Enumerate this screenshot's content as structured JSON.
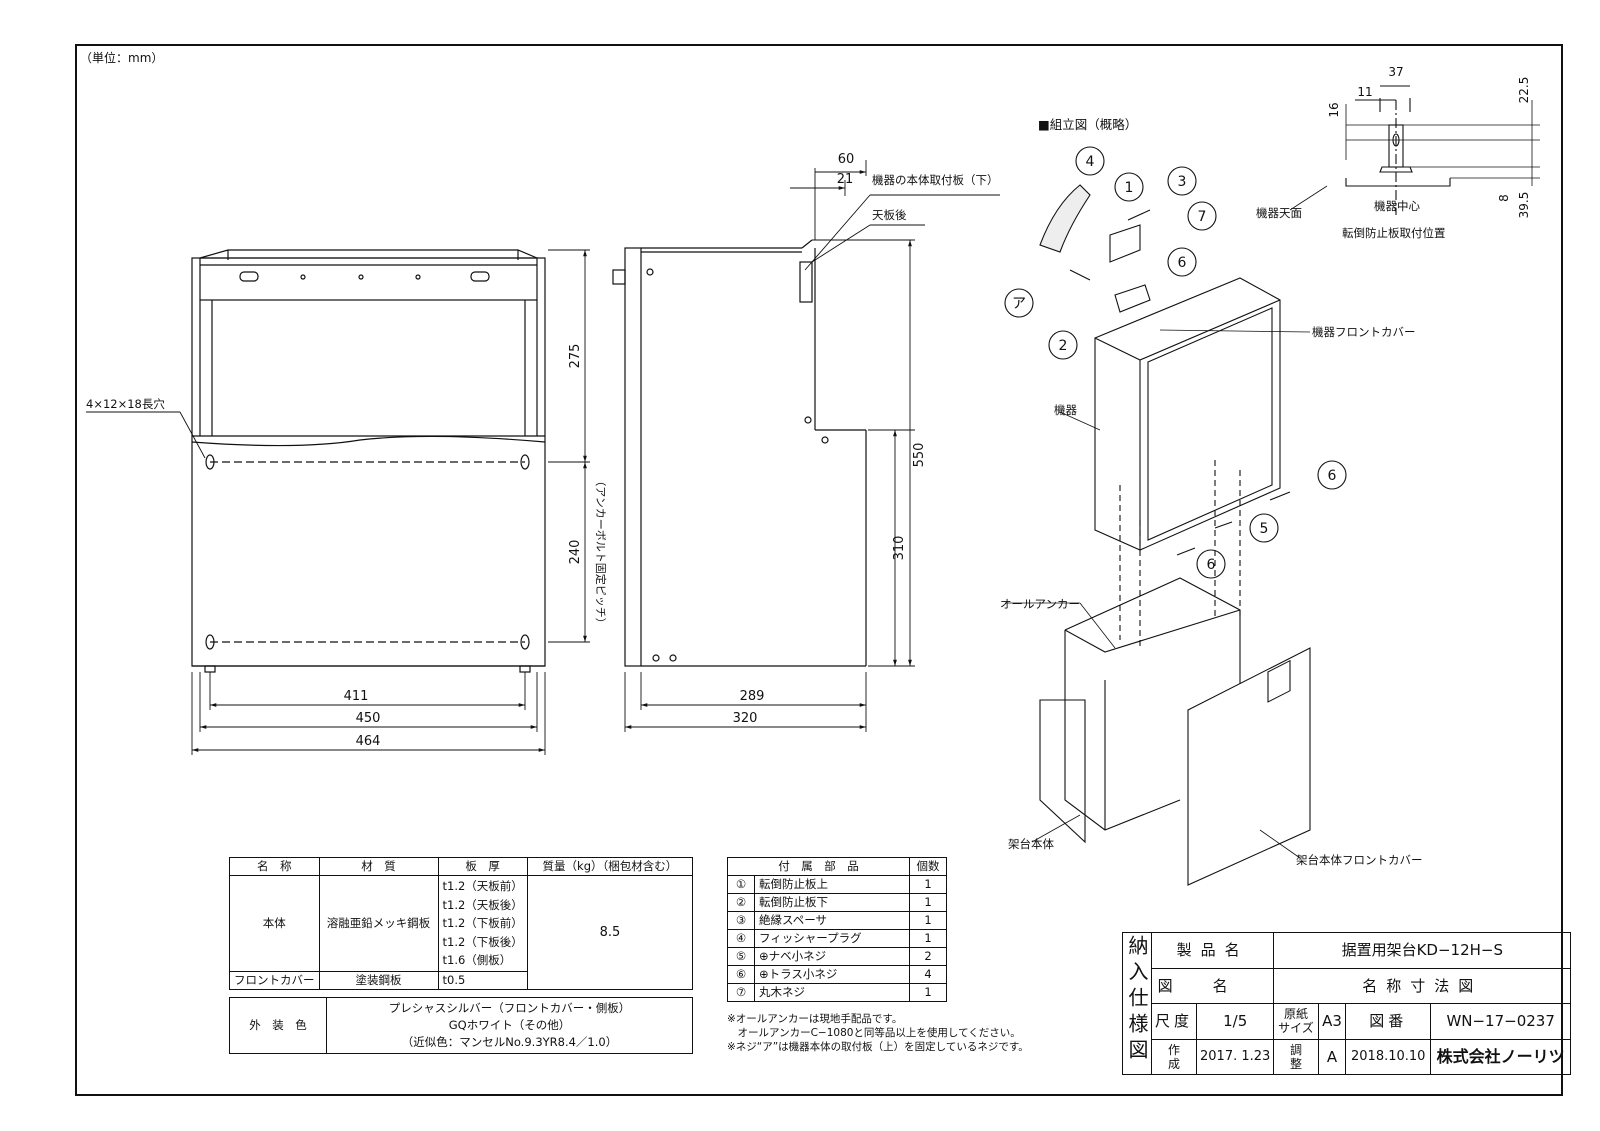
{
  "unit_label": "（単位：mm）",
  "front_view": {
    "hole_label": "4×12×18長穴",
    "dims": {
      "d411": "411",
      "d450": "450",
      "d464": "464",
      "d275": "275",
      "d240": "240",
      "pitch_label": "（アンカーボルト固定ピッチ）"
    }
  },
  "side_view": {
    "dims": {
      "d60": "60",
      "d21": "21",
      "d550": "550",
      "d310": "310",
      "d289": "289",
      "d320": "320"
    },
    "label_lower_plate": "機器の本体取付板（下）",
    "label_top_rear": "天板後"
  },
  "top_detail": {
    "dims": {
      "d37": "37",
      "d11": "11",
      "d16": "16",
      "d22_5": "22.5",
      "d8": "8",
      "d39_5": "39.5"
    },
    "label_top_surface": "機器天面",
    "label_center": "機器中心",
    "caption": "転倒防止板取付位置"
  },
  "assembly": {
    "title": "■組立図（概略）",
    "callouts": [
      "4",
      "1",
      "3",
      "7",
      "6",
      "ア",
      "2",
      "6",
      "5",
      "6"
    ],
    "label_front_cover": "機器フロントカバー",
    "label_device": "機器",
    "label_anchor": "オールアンカー",
    "label_stand_body": "架台本体",
    "label_stand_cover": "架台本体フロントカバー"
  },
  "spec_table": {
    "headers": [
      "名　称",
      "材　質",
      "板　厚",
      "質量（kg）（梱包材含む）"
    ],
    "body_name": "本体",
    "body_material": "溶融亜鉛メッキ鋼板",
    "body_thickness": [
      "t1.2（天板前）",
      "t1.2（天板後）",
      "t1.2（下板前）",
      "t1.2（下板後）",
      "t1.6（側板）"
    ],
    "mass": "8.5",
    "cover_name": "フロントカバー",
    "cover_material": "塗装鋼板",
    "cover_thickness": "t0.5"
  },
  "color_table": {
    "label": "外　装　色",
    "lines": [
      "プレシャスシルバー（フロントカバー・側板）",
      "GQホワイト（その他）",
      "（近似色：マンセルNo.9.3YR8.4／1.0）"
    ]
  },
  "parts_table": {
    "headers": [
      "付　属　部　品",
      "個数"
    ],
    "rows": [
      {
        "no": "①",
        "name": "転倒防止板上",
        "qty": "1"
      },
      {
        "no": "②",
        "name": "転倒防止板下",
        "qty": "1"
      },
      {
        "no": "③",
        "name": "絶縁スペーサ",
        "qty": "1"
      },
      {
        "no": "④",
        "name": "フィッシャープラグ",
        "qty": "1"
      },
      {
        "no": "⑤",
        "name": "⊕ナベ小ネジ",
        "qty": "2"
      },
      {
        "no": "⑥",
        "name": "⊕トラス小ネジ",
        "qty": "4"
      },
      {
        "no": "⑦",
        "name": "丸木ネジ",
        "qty": "1"
      }
    ]
  },
  "notes": [
    "※オールアンカーは現地手配品です。",
    "　オールアンカーC−1080と同等品以上を使用してください。",
    "※ネジ“ア”は機器本体の取付板（上）を固定しているネジです。"
  ],
  "title_block": {
    "side_label": "納入仕様図",
    "product_name_label": "製品名",
    "product_name": "据置用架台KD−12H−S",
    "drawing_name_label": "図名",
    "drawing_name": "名称寸法図",
    "scale_label": "尺度",
    "scale": "1/5",
    "paper_label_1": "原紙",
    "paper_label_2": "サイズ",
    "paper_size": "A3",
    "drawing_no_label": "図番",
    "drawing_no": "WN−17−0237",
    "created_label_1": "作",
    "created_label_2": "成",
    "created_date": "2017. 1.23",
    "revised_label_1": "調",
    "revised_label_2": "整",
    "revision": "A",
    "revised_date": "2018.10.10",
    "company": "株式会社ノーリツ"
  }
}
